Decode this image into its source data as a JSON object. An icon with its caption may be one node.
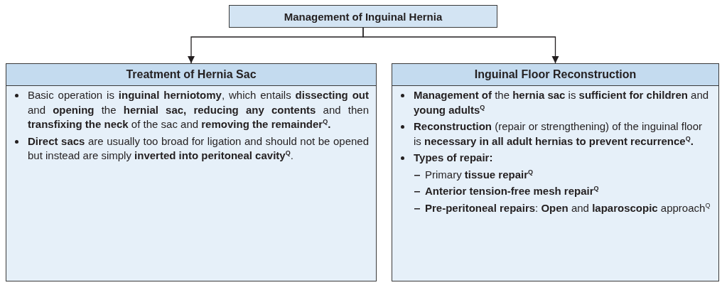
{
  "diagram": {
    "nodes": [
      {
        "text": [
          "Management of Inguinal Hernia"
        ]
      },
      {
        "text": [
          "Treatment of Hernia Sac",
          "Basic operation is **inguinal herniotomy**, which entails **dissecting out** and **opening** the **hernial sac, reducing any contents** and then **transfixing the neck** of the sac and **removing the remainder$^{Q}$.**",
          "**Direct sacs** are usually too broad for ligation and should not be opened but instead are simply **inverted into peritoneal cavity$^{Q}$**."
        ]
      },
      {
        "text": [
          "Inguinal Floor Reconstruction",
          "**Management of** the **hernia sac** is **sufficient for children** and **young adults$^{Q}$**",
          "**Reconstruction** (repair or strengthening) of the inguinal floor is **necessary in all adult hernias to prevent recurrence$^{Q}$.**",
          "Types of repair:",
          "Primary **tissue repair$^{Q}$**",
          "Anterior tension-free mesh repair$^{Q}$",
          "**Pre-peritoneal repairs**: **Open** and **laparoscopic** approach$^{Q}$"
        ]
      }
    ],
    "edges": [
      {
        "from": 0,
        "to": 1,
        "arrow": "to"
      },
      {
        "from": 0,
        "to": 2,
        "arrow": "to"
      }
    ]
  }
}
